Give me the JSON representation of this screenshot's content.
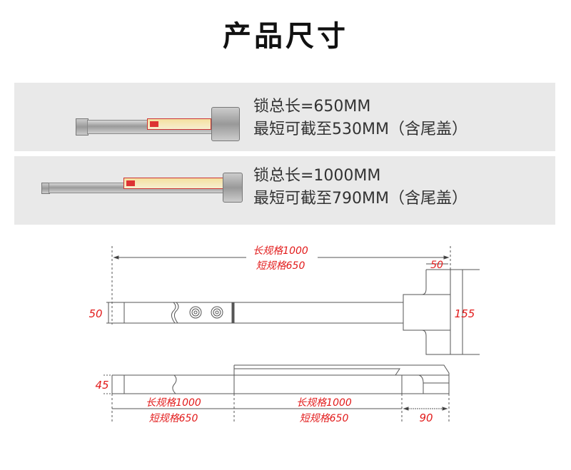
{
  "title": "产品尺寸",
  "products": [
    {
      "line1": "锁总长=650MM",
      "line2": "最短可截至530MM（含尾盖）"
    },
    {
      "line1": "锁总长=1000MM",
      "line2": "最短可截至790MM（含尾盖）"
    }
  ],
  "diagram": {
    "top": {
      "length_long": "长规格1000",
      "length_short": "短规格650",
      "plate_width": "50",
      "bar_height": "50",
      "plate_height": "155"
    },
    "bottom": {
      "bar_height": "45",
      "left_long": "长规格1000",
      "left_short": "短规格650",
      "mid_long": "长规格1000",
      "mid_short": "短规格650",
      "head_length": "90"
    }
  },
  "colors": {
    "accent": "#e21b1b",
    "panel": "#e9e9e9"
  }
}
